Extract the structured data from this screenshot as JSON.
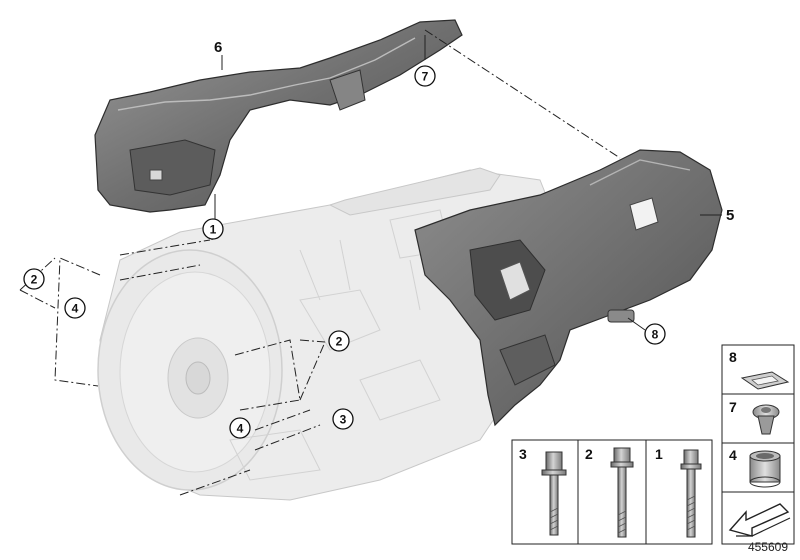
{
  "callouts": {
    "c1": "1",
    "c2a": "2",
    "c2b": "2",
    "c3": "3",
    "c4a": "4",
    "c4b": "4",
    "c5": "5",
    "c6": "6",
    "c7": "7",
    "c8": "8"
  },
  "parts_panel": {
    "bolt3": "3",
    "bolt2": "2",
    "bolt1": "1",
    "clip8": "8",
    "rivet7": "7",
    "sleeve4": "4"
  },
  "diagram_id": "455609"
}
